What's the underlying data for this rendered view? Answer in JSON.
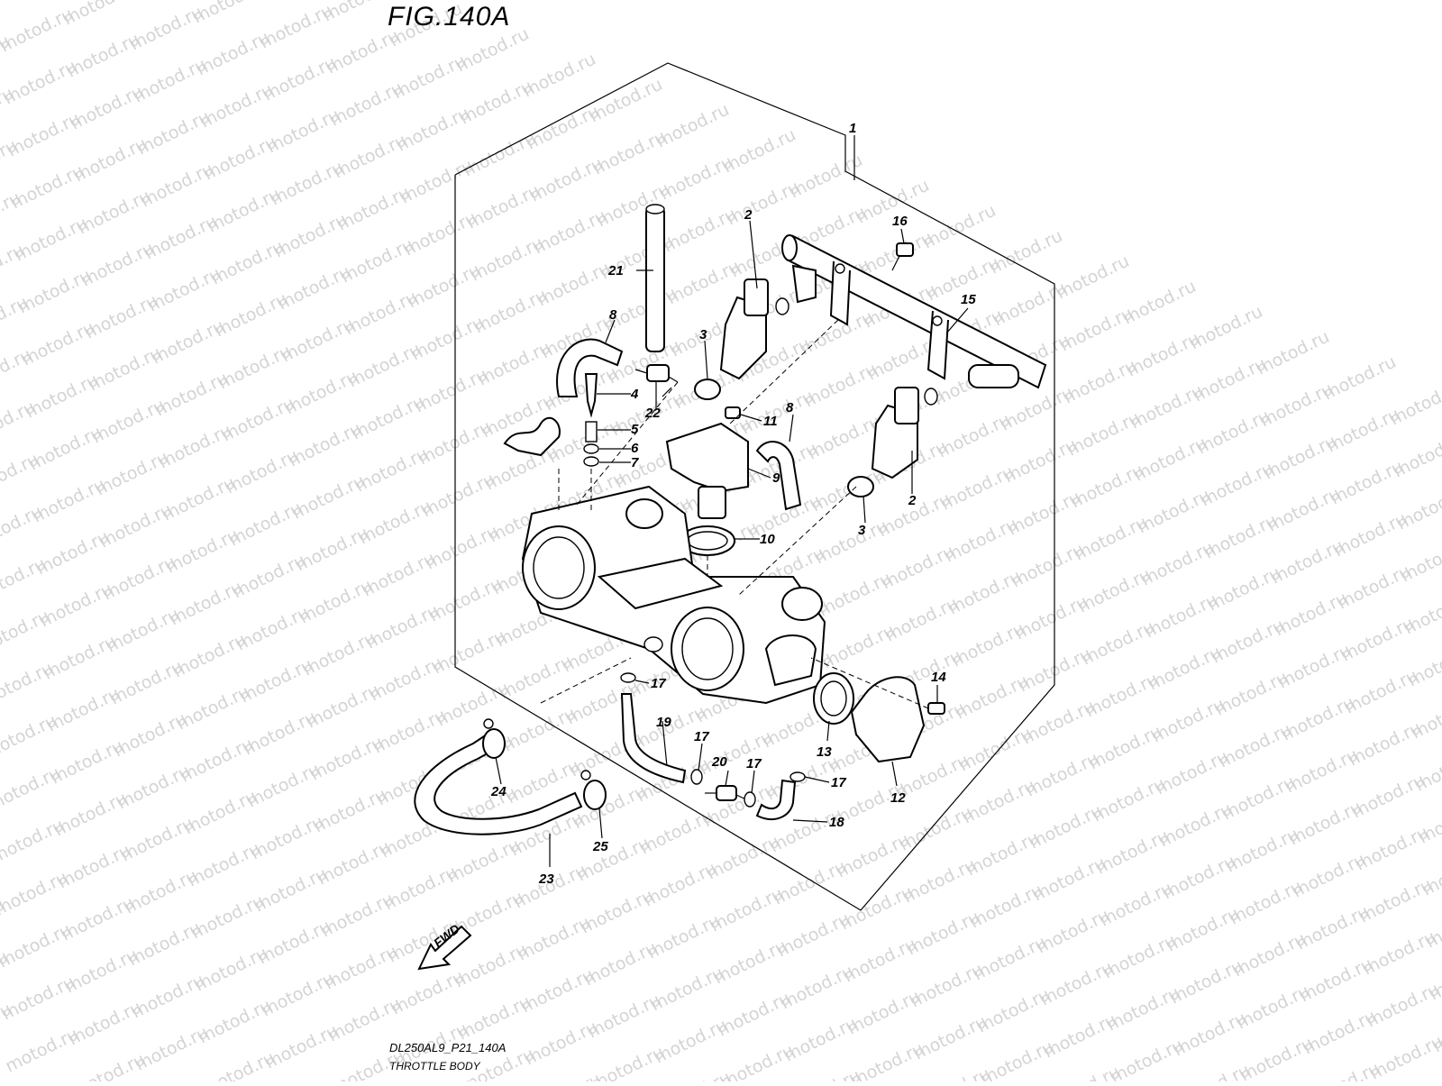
{
  "figure": {
    "title": "FIG.140A",
    "code": "DL250AL9_P21_140A",
    "name": "THROTTLE BODY"
  },
  "watermark": {
    "text": "motod.ru"
  },
  "fwd_label": "FWD",
  "callouts": {
    "c1": "1",
    "c2a": "2",
    "c2b": "2",
    "c3a": "3",
    "c3b": "3",
    "c4": "4",
    "c5": "5",
    "c6": "6",
    "c7": "7",
    "c8a": "8",
    "c8b": "8",
    "c9": "9",
    "c10": "10",
    "c11": "11",
    "c12": "12",
    "c13": "13",
    "c14": "14",
    "c15": "15",
    "c16": "16",
    "c17a": "17",
    "c17b": "17",
    "c17c": "17",
    "c17d": "17",
    "c18": "18",
    "c19": "19",
    "c20": "20",
    "c21": "21",
    "c22": "22",
    "c23": "23",
    "c24": "24",
    "c25": "25"
  },
  "colors": {
    "ink": "#000000",
    "watermark": "#d4d4d4",
    "background": "#ffffff"
  }
}
